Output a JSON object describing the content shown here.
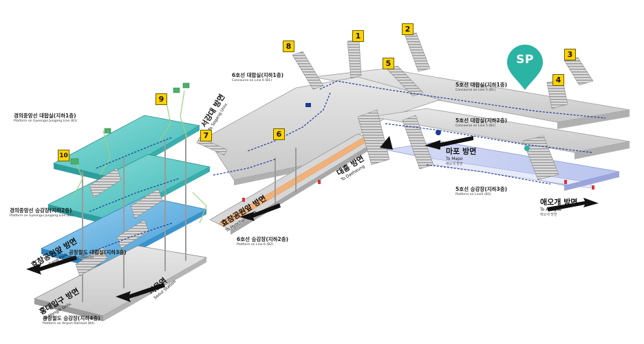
{
  "colors": {
    "line6_concourse": "#d9d9d9",
    "line5_platform": "#c9d3f2",
    "gyeongui": "#57c4c2",
    "airport_railroad": "#5aa7d8",
    "accent_yellow": "#ffd200",
    "sp_pin": "#2bb3a3",
    "route_dashed": "#1d3a9a",
    "escalator_line6": "#e98c4a"
  },
  "levels": {
    "gyeongui_concourse": {
      "ko": "경의중앙선 대합실(지하1층)",
      "en": "Platform on Gyeongui Jungang Line (B1)"
    },
    "gyeongui_platform": {
      "ko": "경의중앙선 승강장(지하2층)",
      "en": "Platform on Gyeongui Jungang Line (B2)"
    },
    "airport_concourse": {
      "ko": "공항철도 대합실(지하3층)",
      "en": "Airport Railroad"
    },
    "airport_platform": {
      "ko": "공항철도 승강장(지하4층)",
      "en": "Platform on Airport Railroad (B4)"
    },
    "line6_concourse": {
      "ko": "6호선 대합실(지하1층)",
      "en": "Concourse on Line 6 (B1)"
    },
    "line6_platform": {
      "ko": "6호선 승강장(지하2층)",
      "en": "Platform on Line 6 (B2)"
    },
    "line5_concourse_b1": {
      "ko": "5호선 대합실(지하1층)",
      "en": "Concourse on Line 5 (B1)"
    },
    "line5_concourse_b2": {
      "ko": "5호선 대합실(지하2층)",
      "en": "Concourse on Line 5 (B2)"
    },
    "line5_platform": {
      "ko": "5호선 승강장(지하3층)",
      "en": "Platform on Line5 (B3)"
    }
  },
  "directions": {
    "sogang": {
      "ko": "서강대 방면",
      "en": "To Sogang Univ."
    },
    "mapo": {
      "ko": "마포 방면",
      "en": "To Mapo",
      "sub": "애오개 방면"
    },
    "aeogae": {
      "ko": "애오개 방면",
      "en": "To Aeogae",
      "sub": "애오개 방면"
    },
    "hyochang_l6": {
      "ko": "효창공원앞 방면",
      "en": "To Hyochang Park"
    },
    "hyochang_l6b": {
      "ko": "대흥 방면",
      "en": "To Daeheung"
    },
    "hyochang_gj": {
      "ko": "효창공원앞 방면",
      "en": "To Hyochang Park"
    },
    "hongik": {
      "ko": "홍대입구 방면",
      "en": "To Hongik Univ."
    },
    "seoul": {
      "ko": "서울역",
      "en": "Seoul Station"
    }
  },
  "exits": [
    "1",
    "2",
    "3",
    "4",
    "5",
    "6",
    "7",
    "8",
    "9",
    "10"
  ],
  "sp_badge": "SP"
}
